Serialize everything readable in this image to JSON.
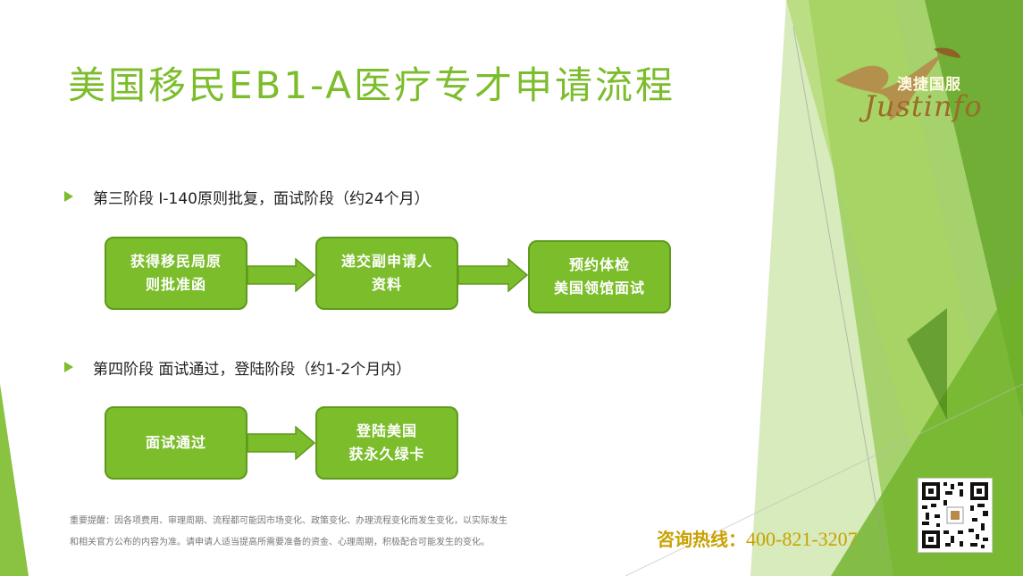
{
  "title": "美国移民EB1-A医疗专才申请流程",
  "logo": {
    "cn": "澳捷国服",
    "en": "Justinfo"
  },
  "stage3": {
    "heading": "第三阶段 I-140原则批复，面试阶段（约24个月）",
    "steps": [
      {
        "line1": "获得移民局原",
        "line2": "则批准函"
      },
      {
        "line1": "递交副申请人",
        "line2": "资料"
      },
      {
        "line1": "预约体检",
        "line2": "美国领馆面试"
      }
    ]
  },
  "stage4": {
    "heading": "第四阶段 面试通过，登陆阶段（约1-2个月内）",
    "steps": [
      {
        "line1": "面试通过",
        "line2": ""
      },
      {
        "line1": "登陆美国",
        "line2": "获永久绿卡"
      }
    ]
  },
  "notice": {
    "line1": "重要提醒：因各项费用、审理周期、流程都可能因市场变化、政策变化、办理流程变化而发生变化，以实际发生",
    "line2": "和相关官方公布的内容为准。请申请人适当提高所需要准备的资金、心理周期，积极配合可能发生的变化。"
  },
  "hotline": {
    "label": "咨询热线：",
    "number": "400-821-3207"
  },
  "colors": {
    "accent": "#7cbd2c",
    "box_border": "#5e9a1b",
    "hotline": "#c9a100"
  }
}
